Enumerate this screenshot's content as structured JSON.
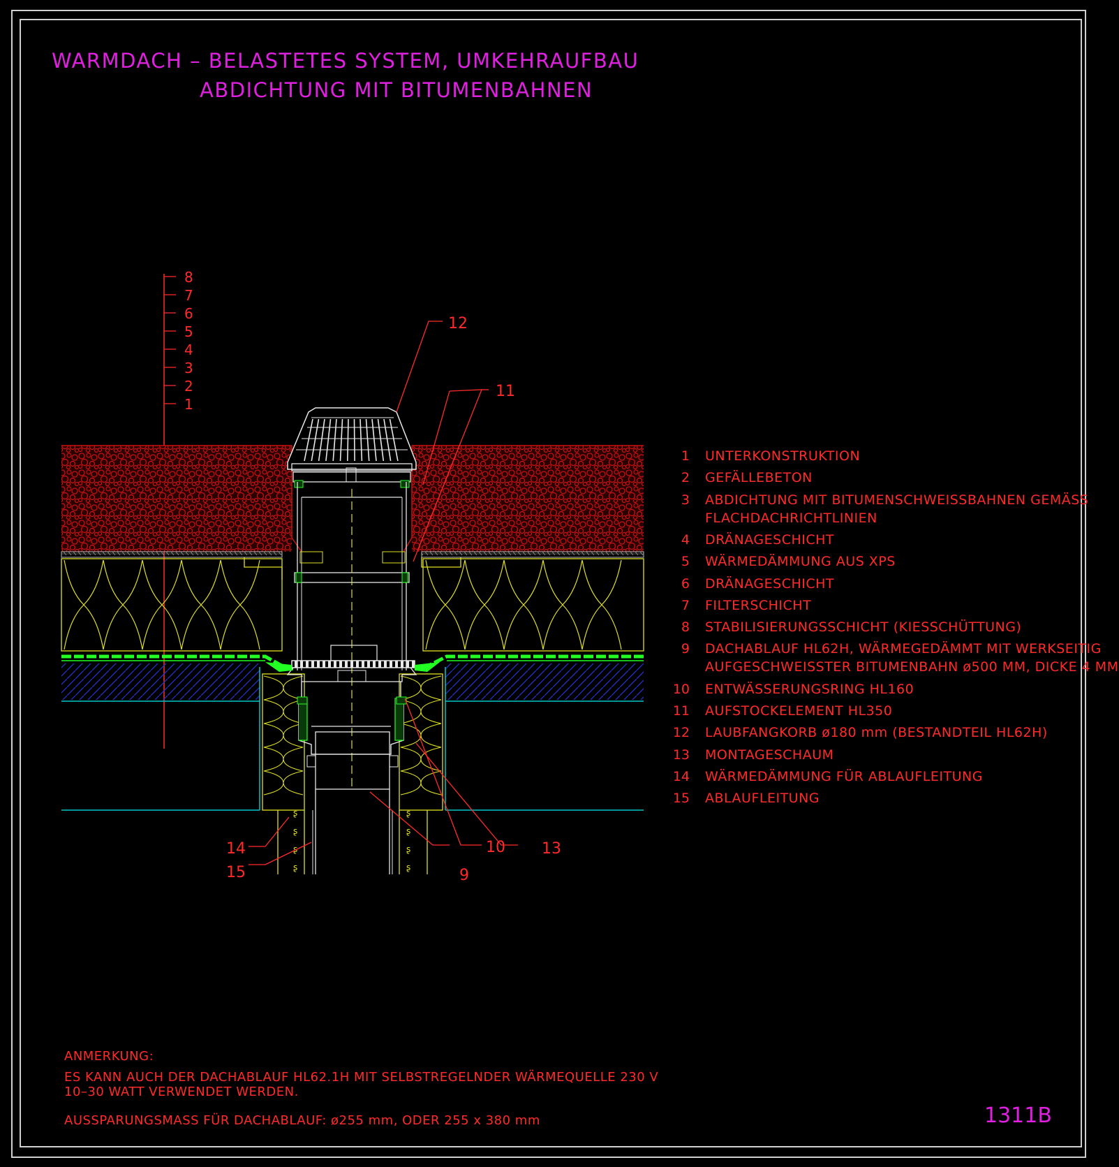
{
  "title": {
    "line1": "WARMDACH – BELASTETES SYSTEM, UMKEHRAUFBAU",
    "line2": "ABDICHTUNG MIT BITUMENBAHNEN"
  },
  "layer_scale": [
    "8",
    "7",
    "6",
    "5",
    "4",
    "3",
    "2",
    "1"
  ],
  "callouts": {
    "c9": "9",
    "c10": "10",
    "c11": "11",
    "c12": "12",
    "c13": "13",
    "c14": "14",
    "c15": "15"
  },
  "legend": [
    {
      "num": "1",
      "text": "UNTERKONSTRUKTION"
    },
    {
      "num": "2",
      "text": "GEFÄLLEBETON"
    },
    {
      "num": "3",
      "text": "ABDICHTUNG MIT BITUMENSCHWEISSBAHNEN GEMÄSS",
      "text2": "FLACHDACHRICHTLINIEN"
    },
    {
      "num": "4",
      "text": "DRÄNAGESCHICHT"
    },
    {
      "num": "5",
      "text": "WÄRMEDÄMMUNG AUS XPS"
    },
    {
      "num": "6",
      "text": "DRÄNAGESCHICHT"
    },
    {
      "num": "7",
      "text": "FILTERSCHICHT"
    },
    {
      "num": "8",
      "text": "STABILISIERUNGSSCHICHT (KIESSCHÜTTUNG)"
    },
    {
      "num": "9",
      "text": "DACHABLAUF HL62H, WÄRMEGEDÄMMT MIT WERKSEITIG",
      "text2": "AUFGESCHWEISSTER BITUMENBAHN ø500 MM, DICKE 4 MM"
    },
    {
      "num": "10",
      "text": "ENTWÄSSERUNGSRING HL160"
    },
    {
      "num": "11",
      "text": "AUFSTOCKELEMENT HL350"
    },
    {
      "num": "12",
      "text": "LAUBFANGKORB ø180 mm (BESTANDTEIL HL62H)"
    },
    {
      "num": "13",
      "text": "MONTAGESCHAUM"
    },
    {
      "num": "14",
      "text": "WÄRMEDÄMMUNG FÜR ABLAUFLEITUNG"
    },
    {
      "num": "15",
      "text": "ABLAUFLEITUNG"
    }
  ],
  "notes": {
    "heading": "ANMERKUNG:",
    "line1": "ES KANN AUCH DER DACHABLAUF HL62.1H MIT SELBSTREGELNDER WÄRMEQUELLE 230 V",
    "line2": "10–30 WATT VERWENDET WERDEN.",
    "line3": "AUSSPARUNGSMASS FÜR DACHABLAUF: ø255 mm, ODER 255 x 380 mm"
  },
  "drawing_number": "1311B",
  "colors": {
    "gravel": "#cc1111",
    "insulation": "#e0e020",
    "drainage": "#22ff22",
    "concrete_hatch": "#2233cc",
    "slab_line": "#00c8c8",
    "drain_body": "#e8e8e8",
    "leader": "#ff2a2a",
    "title": "#e020e0"
  }
}
